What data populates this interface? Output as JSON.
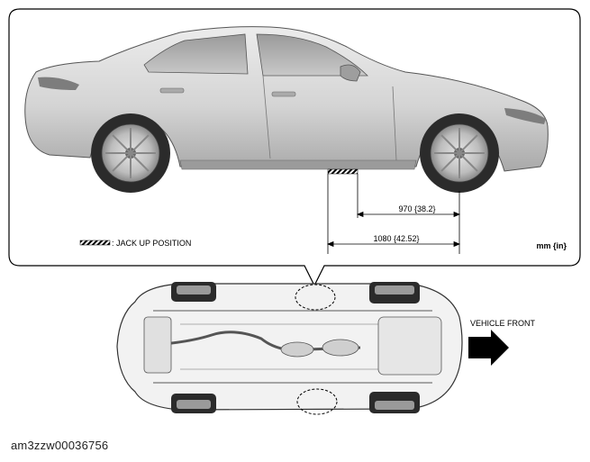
{
  "labels": {
    "jack_up_position": ": JACK UP POSITION",
    "unit": "mm {in}",
    "vehicle_front": "VEHICLE FRONT",
    "dim_front": "970 {38.2}",
    "dim_total": "1080 {42.52}"
  },
  "figure_id": "am3zzw00036756",
  "colors": {
    "outline": "#000000",
    "body_fill": "#d9d9d9",
    "body_shade": "#bdbdbd",
    "tire": "#2b2b2b",
    "arrow": "#000000"
  }
}
